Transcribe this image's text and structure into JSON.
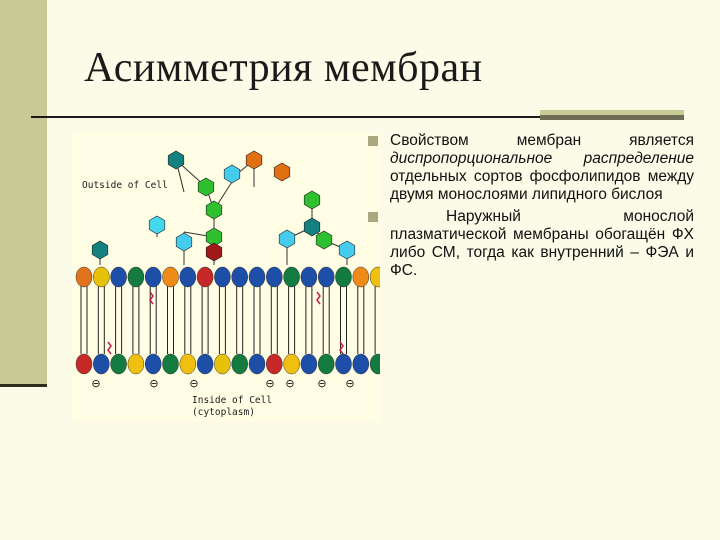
{
  "slide": {
    "title": "Асимметрия мембран",
    "figure": {
      "outside_label": "Outside of Cell",
      "inside_label_1": "Inside of Cell",
      "inside_label_2": "(cytoplasm)",
      "charge_symbol": "⊖"
    },
    "bullets": [
      {
        "text_1": "Свойством мембран является ",
        "text_2": "диспропорциональное распределение",
        "text_3": " отдельных сортов фосфолипидов между двумя монослоями липидного бислоя"
      },
      {
        "text": "Наружный монослой плазматической мембраны обогащён ФХ либо СМ, тогда как внутренний – ФЭА и ФС."
      }
    ]
  },
  "colors": {
    "sidebar": "#c9c995",
    "background": "#fbfbe8",
    "bullet": "#a9a980"
  }
}
